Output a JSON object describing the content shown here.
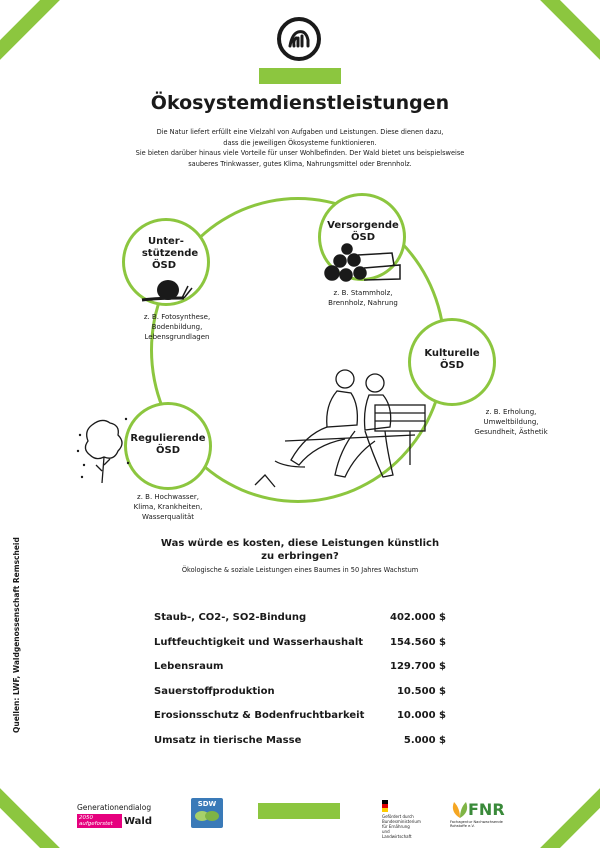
{
  "title": "Ökosystemdienstleistungen",
  "intro": [
    "Die Natur liefert erfüllt eine Vielzahl von Aufgaben und Leistungen. Diese dienen dazu,",
    "dass die jeweiligen Ökosysteme funktionieren.",
    "Sie bieten darüber hinaus viele Vorteile für unser Wohlbefinden. Der Wald bietet uns beispielsweise",
    "sauberes Trinkwasser, gutes Klima, Nahrungsmittel oder Brennholz."
  ],
  "nodes": [
    {
      "title": [
        "Unter-",
        "stützende",
        "ÖSD"
      ],
      "desc": [
        "z. B. Fotosynthese,",
        "Bodenbildung,",
        "Lebensgrundlagen"
      ]
    },
    {
      "title": [
        "Versorgende",
        "ÖSD"
      ],
      "desc": [
        "z. B. Stammholz,",
        "Brennholz, Nahrung"
      ]
    },
    {
      "title": [
        "Kulturelle",
        "ÖSD"
      ],
      "desc": [
        "z. B. Erholung,",
        "Umweltbildung,",
        "Gesundheit, Ästhetik"
      ]
    },
    {
      "title": [
        "Regulierende",
        "ÖSD"
      ],
      "desc": [
        "z. B. Hochwasser,",
        "Klima, Krankheiten,",
        "Wasserqualität"
      ]
    }
  ],
  "question": {
    "title": [
      "Was würde es kosten, diese Leistungen künstlich",
      "zu erbringen?"
    ],
    "subtitle": "Ökologische & soziale Leistungen eines Baumes in 50 Jahres Wachstum"
  },
  "costs": [
    {
      "label": "Staub-, CO2-, SO2-Bindung",
      "value": "402.000 $"
    },
    {
      "label": "Luftfeuchtigkeit und Wasserhaushalt",
      "value": "154.560 $"
    },
    {
      "label": "Lebensraum",
      "value": "129.700 $"
    },
    {
      "label": "Sauerstoffproduktion",
      "value": "10.500 $"
    },
    {
      "label": "Erosionsschutz & Bodenfruchtbarkeit",
      "value": "10.000 $"
    },
    {
      "label": "Umsatz in tierische Masse",
      "value": "5.000 $"
    }
  ],
  "sources": "Quellen: LWF, Waldgenossenschaft Remscheid",
  "logos": {
    "gen_line1": "Generationendialog",
    "gen_pink": "2050 aufgeforstet",
    "gen_wald": "Wald",
    "sdw": "SDW",
    "fnr": "FNR",
    "fnr_sub": "Fachagentur Nachwachsende Rohstoffe e.V.",
    "bmel": [
      "Gefördert durch",
      "Bundesministerium",
      "für Ernährung",
      "und Landwirtschaft"
    ]
  },
  "colors": {
    "accent": "#8cc63f"
  }
}
